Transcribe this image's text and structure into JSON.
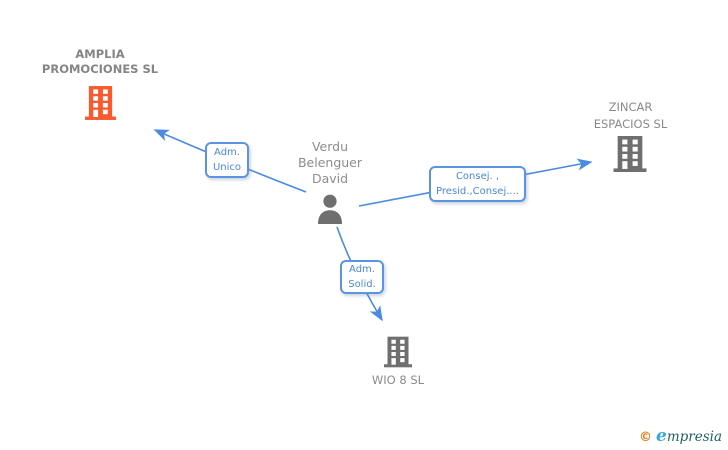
{
  "diagram": {
    "person": {
      "name_line1": "Verdu",
      "name_line2": "Belenguer",
      "name_line3": "David"
    },
    "companies": {
      "amplia": {
        "name_line1": "AMPLIA",
        "name_line2": "PROMOCIONES SL"
      },
      "zincar": {
        "name_line1": "ZINCAR",
        "name_line2": "ESPACIOS SL"
      },
      "wio": {
        "name": "WIO 8 SL"
      }
    },
    "edge_labels": {
      "adm_unico": {
        "line1": "Adm.",
        "line2": "Unico"
      },
      "consej": {
        "line1": "Consej. ,",
        "line2": "Presid.,Consej...."
      },
      "adm_solid": {
        "line1": "Adm.",
        "line2": "Solid."
      }
    }
  },
  "colors": {
    "edge_blue": "#4A8BE0",
    "label_border_blue": "#5B94E0",
    "label_text_blue": "#4C87D9",
    "node_gray": "#6F6F6F",
    "highlight_orange": "#F95B2E",
    "text_gray": "#8A8A8A"
  },
  "footer": {
    "copyright_symbol": "©",
    "brand_initial": "e",
    "brand_rest": "mpresia"
  }
}
